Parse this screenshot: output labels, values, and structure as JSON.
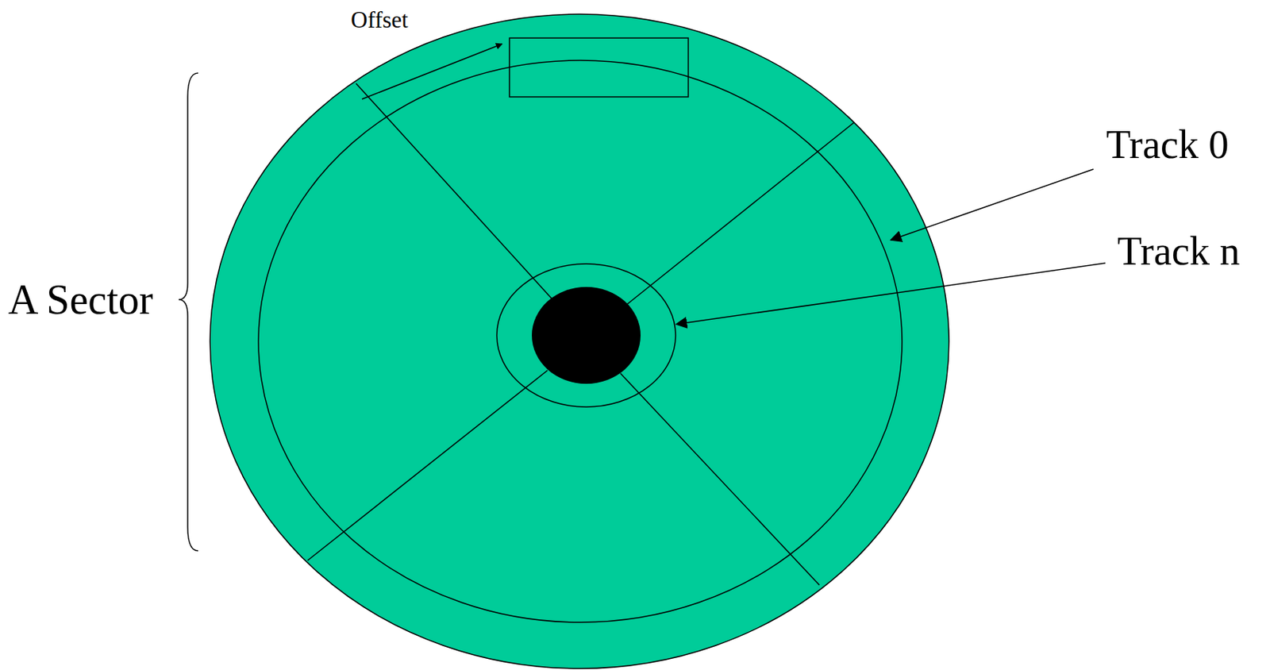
{
  "diagram": {
    "labels": [
      "Offset",
      "Track 0",
      "Track n",
      "A Sector"
    ]
  }
}
